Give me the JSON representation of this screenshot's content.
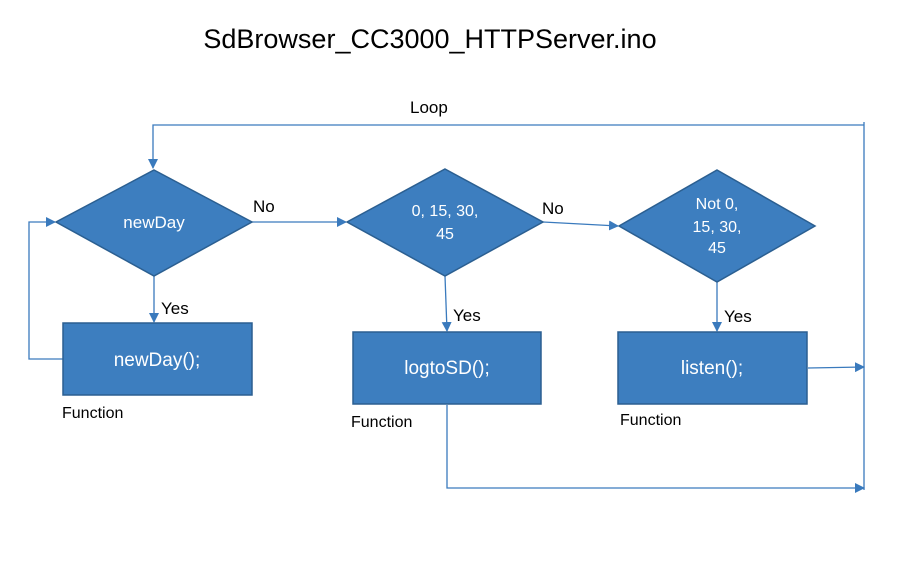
{
  "title": "SdBrowser_CC3000_HTTPServer.ino",
  "loop_label": "Loop",
  "colors": {
    "shape_fill": "#3d7ebf",
    "shape_stroke": "#2b5f91",
    "connector": "#3a7abd",
    "shape_text": "#ffffff"
  },
  "decisions": {
    "newday": "newDay",
    "quarter": [
      "0, 15, 30,",
      "45"
    ],
    "not_quarter": [
      "Not 0,",
      "15, 30,",
      "45"
    ]
  },
  "processes": {
    "newday": "newDay();",
    "logtosd": "logtoSD();",
    "listen": "listen();"
  },
  "edge_labels": {
    "newday_no": "No",
    "newday_yes": "Yes",
    "quarter_no": "No",
    "quarter_yes": "Yes",
    "not_quarter_yes": "Yes"
  },
  "captions": {
    "newday": "Function",
    "logtosd": "Function",
    "listen": "Function"
  }
}
